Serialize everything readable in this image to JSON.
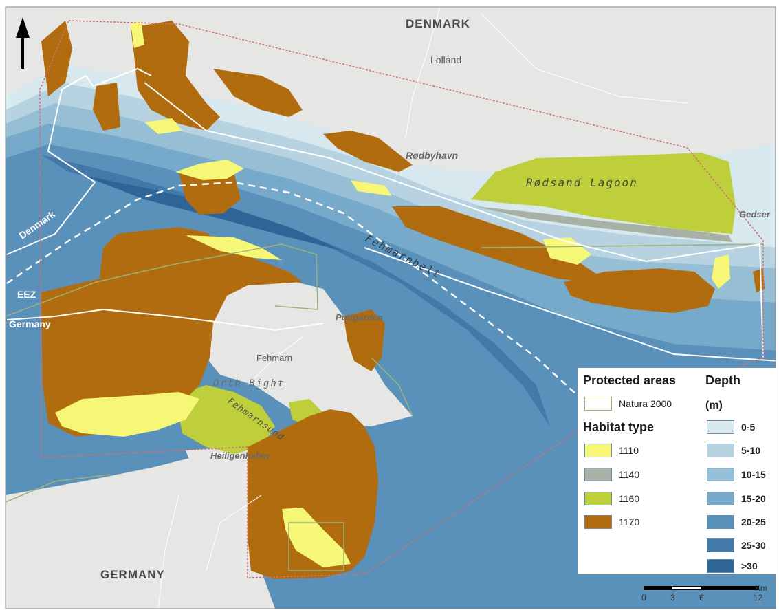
{
  "map": {
    "colors": {
      "land": "#e6e6e4",
      "habitat_1110": "#f6f776",
      "habitat_1140": "#a7b1a5",
      "habitat_1160": "#bfcf3c",
      "habitat_1170": "#b06c0e",
      "natura_outline": "#9cb27a",
      "eez_line": "#ffffff",
      "study_area_outline": "#d2726f"
    },
    "labels": {
      "denmark_caps": "DENMARK",
      "lolland": "Lolland",
      "rodbyhavn": "Rødbyhavn",
      "rodsand_lagoon": "Rødsand Lagoon",
      "gedser": "Gedser",
      "fehmarnbelt": "Fehmarnbelt",
      "denmark_zone": "Denmark",
      "eez": "EEZ",
      "germany_zone": "Germany",
      "puttgarden": "Puttgarden",
      "fehmarn": "Fehmarn",
      "orth_bight": "Orth Bight",
      "fehmarnsund": "Fehmarnsund",
      "heiligenhafen": "Heiligenhafen",
      "germany_caps": "GERMANY"
    },
    "north_arrow_icon": "north-arrow-icon"
  },
  "legend": {
    "protected_title": "Protected areas",
    "natura_label": "Natura 2000",
    "habitat_title": "Habitat type",
    "habitat_items": [
      {
        "code": "1110",
        "color": "#f6f776"
      },
      {
        "code": "1140",
        "color": "#a7b1a5"
      },
      {
        "code": "1160",
        "color": "#bfcf3c"
      },
      {
        "code": "1170",
        "color": "#b06c0e"
      }
    ],
    "depth_title": "Depth",
    "depth_unit": "(m)",
    "depth_items": [
      {
        "range": "0-5",
        "color": "#d8e8ef"
      },
      {
        "range": "5-10",
        "color": "#b7d3e1"
      },
      {
        "range": "10-15",
        "color": "#96bfd6"
      },
      {
        "range": "15-20",
        "color": "#77a9ca"
      },
      {
        "range": "20-25",
        "color": "#5a91bb"
      },
      {
        "range": "25-30",
        "color": "#4379a8"
      },
      {
        "range": ">30",
        "color": "#2f6497"
      }
    ]
  },
  "scale_bar": {
    "unit": "Km",
    "ticks": [
      "0",
      "3",
      "6",
      "12"
    ]
  }
}
